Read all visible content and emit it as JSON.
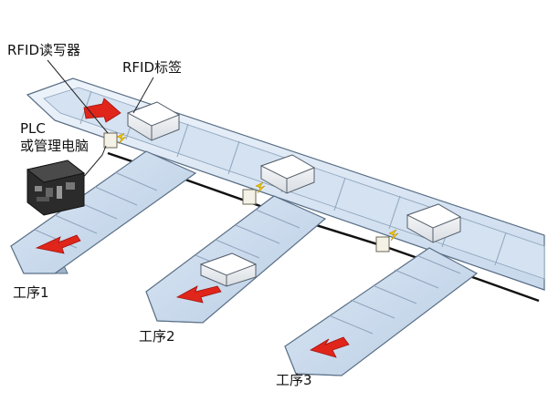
{
  "labels": {
    "rfid_reader": "RFID读写器",
    "rfid_tag": "RFID标签",
    "plc_line1": "PLC",
    "plc_line2": "或管理电脑",
    "process_1": "工序1",
    "process_2": "工序2",
    "process_3": "工序3"
  },
  "colors": {
    "conveyor_top": "#dde9f6",
    "conveyor_dark": "#b9cde3",
    "conveyor_edge": "#5a6f86",
    "rail": "#111111",
    "arrow": "#e0251b",
    "box": "#f1f3f5",
    "plc_body": "#2b2b2b",
    "reader": "#f4f1e6",
    "signal": "#f2c200"
  },
  "icons": [
    "plc-device-icon",
    "rfid-reader-icon",
    "rfid-tag-box-icon",
    "flow-arrow-icon",
    "signal-bolt-icon"
  ]
}
